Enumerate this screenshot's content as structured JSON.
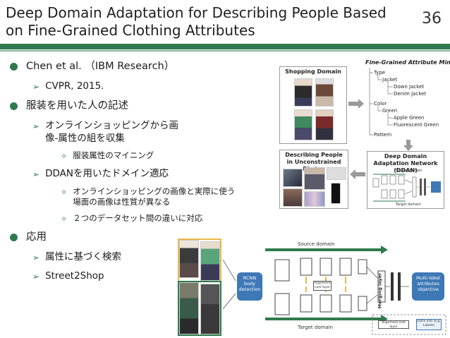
{
  "slide": {
    "title": "Deep Domain Adaptation for Describing People Based on Fine-Grained Clothing Attributes",
    "page_number": "36"
  },
  "bullets": {
    "b1": "Chen et al. （IBM Research）",
    "b1_1": "CVPR, 2015.",
    "b2": "服装を用いた人の記述",
    "b2_1": "オンラインショッピングから画像-属性の組を収集",
    "b2_1_1": "服装属性のマイニング",
    "b2_2": "DDANを用いたドメイン適応",
    "b2_2_1": "オンラインショッピングの画像と実際に使う場面の画像は性質が異なる",
    "b2_2_2": "２つのデータセット間の違いに対応",
    "b3": "応用",
    "b3_1": "属性に基づく検索",
    "b3_2": "Street2Shop"
  },
  "figure_top": {
    "shopping_domain": "Shopping Domain",
    "fga_title": "Fine-Grained Attribute Mining",
    "tree": {
      "type": "Type",
      "jacket": "Jacket",
      "down_jacket": "Down Jacket",
      "denim_jacket": "Denim Jacket",
      "color": "Color",
      "green": "Green",
      "apple_green": "Apple Green",
      "fluorescent_green": "Fluorescent Green",
      "pattern": "Pattern"
    },
    "describing": "Describing People in Unconstrained Photos",
    "ddan": "Deep Domain Adaptation Network (DDAN)",
    "source_domain_small": "Source domain",
    "target_domain_small": "Target domain"
  },
  "figure_bottom": {
    "source_domain": "Source domain",
    "target_domain": "Target domain",
    "rcnn": "RCNN body detection",
    "merging": "Merging layer",
    "multi_label": "Multi-label attributes objective",
    "alignment1": "Alignment cost layer",
    "alignment2": "Alignment cost layer",
    "extra_info": "Extra info (e.g. Labels)"
  },
  "colors": {
    "accent": "#2f7a4e",
    "diagram_blue": "#3e78b5"
  }
}
